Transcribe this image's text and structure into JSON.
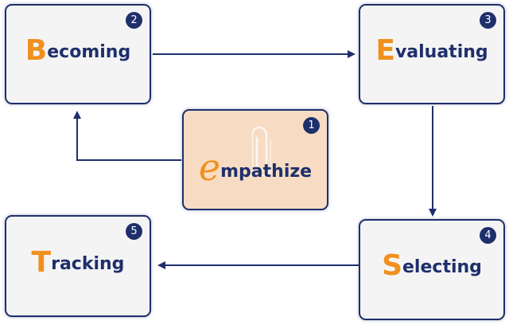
{
  "colors": {
    "navy": "#1e2f6b",
    "orange": "#f0901e",
    "box_fill": "#f4f4f5",
    "highlight_fill": "#f7dcc3"
  },
  "steps": {
    "empathize": {
      "number": "1",
      "initial": "e",
      "rest": "mpathize",
      "icon": "paperclip-icon"
    },
    "becoming": {
      "number": "2",
      "initial": "B",
      "rest": "ecoming"
    },
    "evaluating": {
      "number": "3",
      "initial": "E",
      "rest": "valuating"
    },
    "selecting": {
      "number": "4",
      "initial": "S",
      "rest": "electing"
    },
    "tracking": {
      "number": "5",
      "initial": "T",
      "rest": "racking"
    }
  }
}
